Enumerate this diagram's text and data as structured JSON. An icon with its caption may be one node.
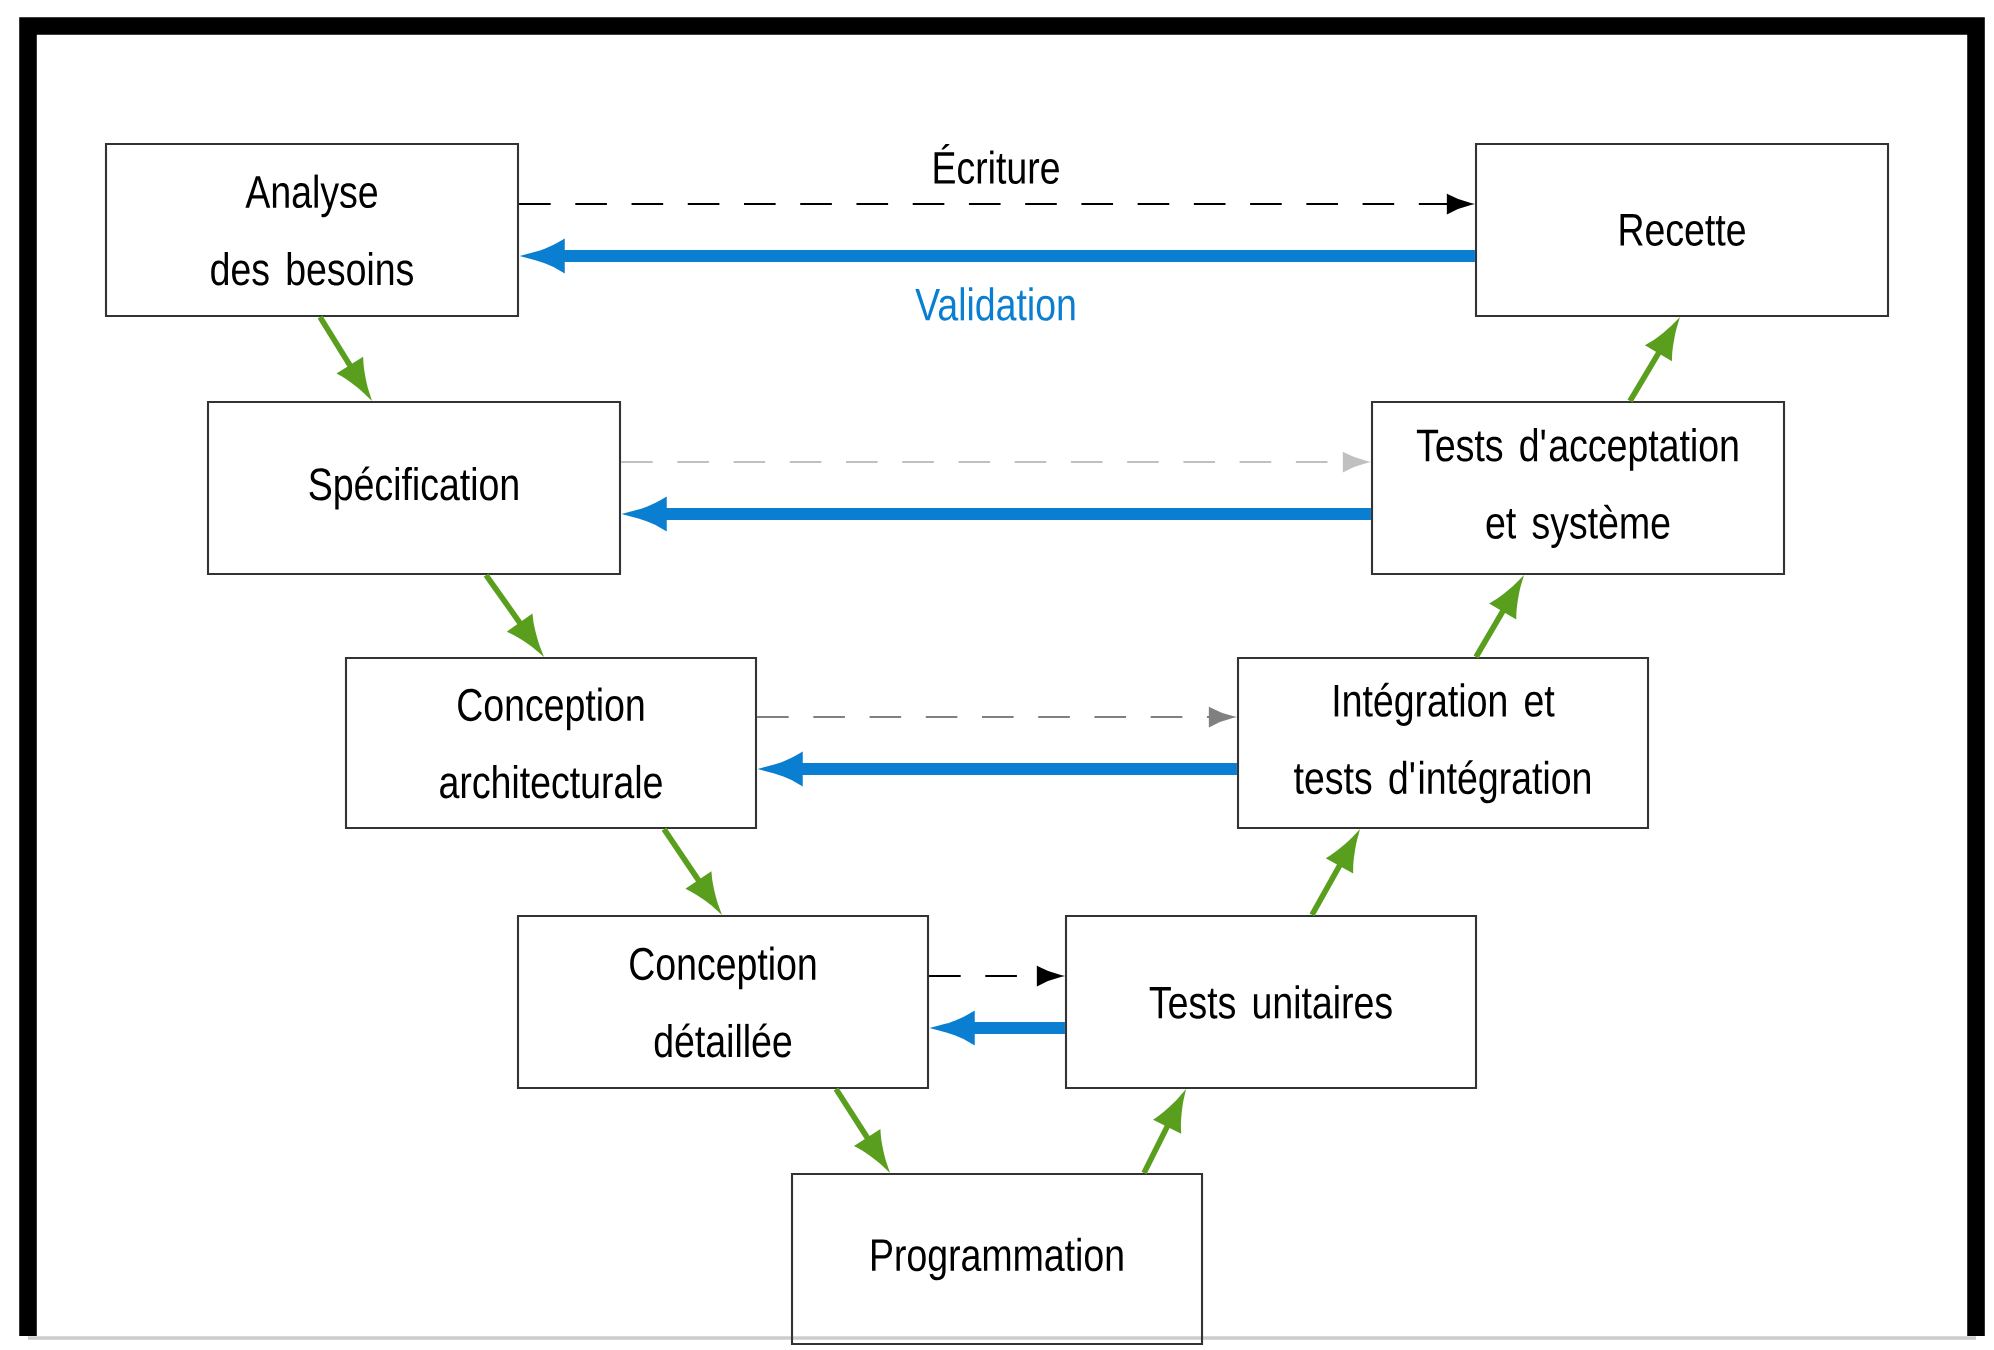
{
  "diagram": {
    "nodes": [
      {
        "text": [
          "Analyse des besoins"
        ]
      },
      {
        "text": [
          "Recette"
        ]
      },
      {
        "text": [
          "Spécification"
        ]
      },
      {
        "text": [
          "Tests d'acceptation et système"
        ]
      },
      {
        "text": [
          "Conception architecturale"
        ]
      },
      {
        "text": [
          "Intégration et tests d'intégration"
        ]
      },
      {
        "text": [
          "Conception détaillée"
        ]
      },
      {
        "text": [
          "Tests unitaires"
        ]
      },
      {
        "text": [
          "Programmation"
        ]
      }
    ],
    "edges": [
      {
        "from": 0,
        "to": 2,
        "arrow": "to"
      },
      {
        "from": 2,
        "to": 4,
        "arrow": "to"
      },
      {
        "from": 4,
        "to": 6,
        "arrow": "to"
      },
      {
        "from": 6,
        "to": 8,
        "arrow": "to"
      },
      {
        "from": 8,
        "to": 7,
        "arrow": "to"
      },
      {
        "from": 7,
        "to": 5,
        "arrow": "to"
      },
      {
        "from": 5,
        "to": 3,
        "arrow": "to"
      },
      {
        "from": 3,
        "to": 1,
        "arrow": "to"
      },
      {
        "from": 0,
        "to": 1,
        "arrow": "to",
        "label": "Écriture",
        "style": "dashed",
        "color": "#000000"
      },
      {
        "from": 1,
        "to": 0,
        "arrow": "to",
        "label": "Validation",
        "style": "thick",
        "color": "#0a7fd2"
      },
      {
        "from": 2,
        "to": 3,
        "arrow": "to",
        "style": "dashed",
        "color": "#c0c0c0"
      },
      {
        "from": 3,
        "to": 2,
        "arrow": "to",
        "style": "thick",
        "color": "#0a7fd2"
      },
      {
        "from": 4,
        "to": 5,
        "arrow": "to",
        "style": "dashed",
        "color": "#808080"
      },
      {
        "from": 5,
        "to": 4,
        "arrow": "to",
        "style": "thick",
        "color": "#0a7fd2"
      },
      {
        "from": 6,
        "to": 7,
        "arrow": "to",
        "style": "dashed",
        "color": "#000000"
      },
      {
        "from": 7,
        "to": 6,
        "arrow": "to",
        "style": "thick",
        "color": "#0a7fd2"
      }
    ]
  }
}
